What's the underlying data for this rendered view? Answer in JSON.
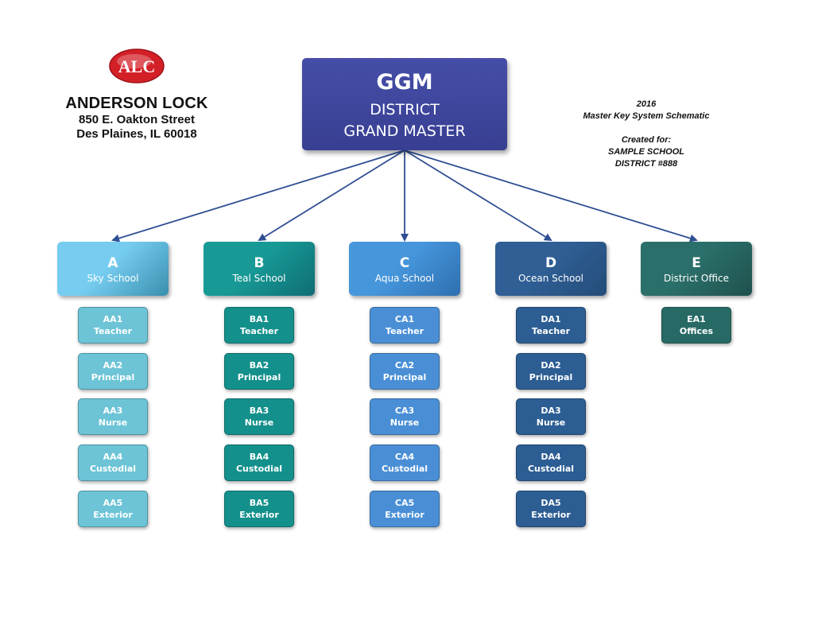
{
  "company": {
    "logo_text": "ALC",
    "name": "ANDERSON LOCK",
    "address_line1": "850 E. Oakton Street",
    "address_line2": "Des Plaines, IL  60018"
  },
  "info": {
    "year": "2016",
    "title": "Master Key System Schematic",
    "created_for_label": "Created for:",
    "client_line1": "SAMPLE SCHOOL",
    "client_line2": "DISTRICT #888"
  },
  "top": {
    "code": "GGM",
    "line1": "DISTRICT",
    "line2": "GRAND MASTER"
  },
  "colors": {
    "top": "#3f479d",
    "logo_red": "#d32027",
    "arrow": "#2f4f93"
  },
  "groups": [
    {
      "letter": "A",
      "name": "Sky School",
      "color_from": "#76cdf0",
      "color_to": "#3a8fae",
      "child_color": "#6cc4d6",
      "children": [
        {
          "code": "AA1",
          "role": "Teacher"
        },
        {
          "code": "AA2",
          "role": "Principal"
        },
        {
          "code": "AA3",
          "role": "Nurse"
        },
        {
          "code": "AA4",
          "role": "Custodial"
        },
        {
          "code": "AA5",
          "role": "Exterior"
        }
      ]
    },
    {
      "letter": "B",
      "name": "Teal School",
      "color_from": "#179a96",
      "color_to": "#0f6d74",
      "child_color": "#14908c",
      "children": [
        {
          "code": "BA1",
          "role": "Teacher"
        },
        {
          "code": "BA2",
          "role": "Principal"
        },
        {
          "code": "BA3",
          "role": "Nurse"
        },
        {
          "code": "BA4",
          "role": "Custodial"
        },
        {
          "code": "BA5",
          "role": "Exterior"
        }
      ]
    },
    {
      "letter": "C",
      "name": "Aqua School",
      "color_from": "#4696dc",
      "color_to": "#2e6fb0",
      "child_color": "#4a8fd6",
      "children": [
        {
          "code": "CA1",
          "role": "Teacher"
        },
        {
          "code": "CA2",
          "role": "Principal"
        },
        {
          "code": "CA3",
          "role": "Nurse"
        },
        {
          "code": "CA4",
          "role": "Custodial"
        },
        {
          "code": "CA5",
          "role": "Exterior"
        }
      ]
    },
    {
      "letter": "D",
      "name": "Ocean School",
      "color_from": "#2f5f95",
      "color_to": "#244c79",
      "child_color": "#2c5d93",
      "children": [
        {
          "code": "DA1",
          "role": "Teacher"
        },
        {
          "code": "DA2",
          "role": "Principal"
        },
        {
          "code": "DA3",
          "role": "Nurse"
        },
        {
          "code": "DA4",
          "role": "Custodial"
        },
        {
          "code": "DA5",
          "role": "Exterior"
        }
      ]
    },
    {
      "letter": "E",
      "name": "District Office",
      "color_from": "#2b6f6a",
      "color_to": "#1f514e",
      "child_color": "#276a65",
      "children": [
        {
          "code": "EA1",
          "role": "Offices"
        }
      ]
    }
  ]
}
